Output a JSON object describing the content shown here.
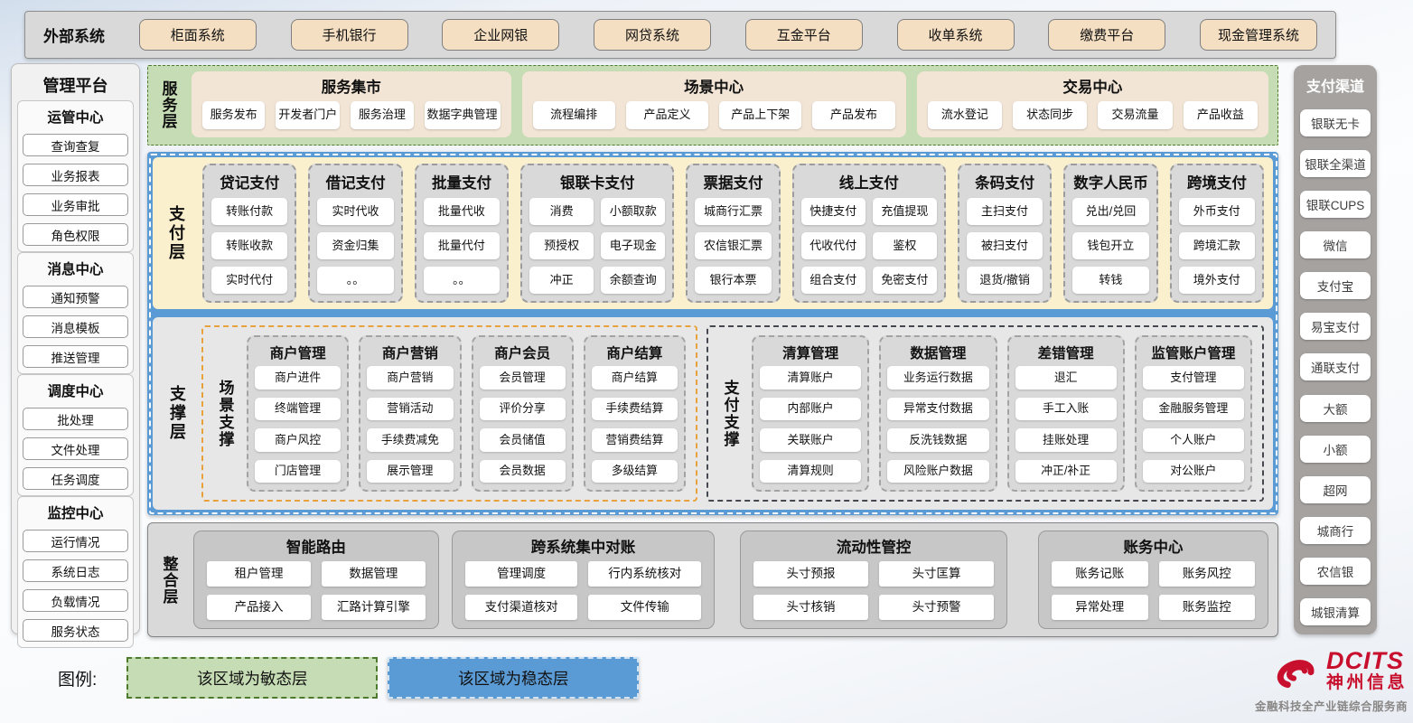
{
  "external_systems": {
    "label": "外部系统",
    "items": [
      "柜面系统",
      "手机银行",
      "企业网银",
      "网贷系统",
      "互金平台",
      "收单系统",
      "缴费平台",
      "现金管理系统"
    ]
  },
  "management_platform": {
    "title": "管理平台",
    "groups": [
      {
        "title": "运管中心",
        "items": [
          "查询查复",
          "业务报表",
          "业务审批",
          "角色权限"
        ]
      },
      {
        "title": "消息中心",
        "items": [
          "通知预警",
          "消息模板",
          "推送管理"
        ]
      },
      {
        "title": "调度中心",
        "items": [
          "批处理",
          "文件处理",
          "任务调度"
        ]
      },
      {
        "title": "监控中心",
        "items": [
          "运行情况",
          "系统日志",
          "负载情况",
          "服务状态"
        ]
      }
    ]
  },
  "service_layer": {
    "label": "服务层",
    "sections": [
      {
        "title": "服务集市",
        "items": [
          "服务发布",
          "开发者门户",
          "服务治理",
          "数据字典管理"
        ]
      },
      {
        "title": "场景中心",
        "items": [
          "流程编排",
          "产品定义",
          "产品上下架",
          "产品发布"
        ]
      },
      {
        "title": "交易中心",
        "items": [
          "流水登记",
          "状态同步",
          "交易流量",
          "产品收益"
        ]
      }
    ]
  },
  "payment_layer": {
    "label": "支付层",
    "columns": [
      {
        "title": "贷记支付",
        "cols": 1,
        "items": [
          "转账付款",
          "转账收款",
          "实时代付"
        ]
      },
      {
        "title": "借记支付",
        "cols": 1,
        "items": [
          "实时代收",
          "资金归集",
          "。。"
        ]
      },
      {
        "title": "批量支付",
        "cols": 1,
        "items": [
          "批量代收",
          "批量代付",
          "。。"
        ]
      },
      {
        "title": "银联卡支付",
        "cols": 2,
        "items": [
          "消费",
          "小额取款",
          "预授权",
          "电子现金",
          "冲正",
          "余额查询"
        ]
      },
      {
        "title": "票据支付",
        "cols": 1,
        "items": [
          "城商行汇票",
          "农信银汇票",
          "银行本票"
        ]
      },
      {
        "title": "线上支付",
        "cols": 2,
        "items": [
          "快捷支付",
          "充值提现",
          "代收代付",
          "鉴权",
          "组合支付",
          "免密支付"
        ]
      },
      {
        "title": "条码支付",
        "cols": 1,
        "items": [
          "主扫支付",
          "被扫支付",
          "退货/撤销"
        ]
      },
      {
        "title": "数字人民币",
        "cols": 1,
        "items": [
          "兑出/兑回",
          "钱包开立",
          "转钱"
        ]
      },
      {
        "title": "跨境支付",
        "cols": 1,
        "items": [
          "外币支付",
          "跨境汇款",
          "境外支付"
        ]
      }
    ]
  },
  "support_layer": {
    "label": "支撑层",
    "groups": [
      {
        "label": "场景支撑",
        "accent": "orange",
        "columns": [
          {
            "title": "商户管理",
            "items": [
              "商户进件",
              "终端管理",
              "商户风控",
              "门店管理"
            ]
          },
          {
            "title": "商户营销",
            "items": [
              "商户营销",
              "营销活动",
              "手续费减免",
              "展示管理"
            ]
          },
          {
            "title": "商户会员",
            "items": [
              "会员管理",
              "评价分享",
              "会员储值",
              "会员数据"
            ]
          },
          {
            "title": "商户结算",
            "items": [
              "商户结算",
              "手续费结算",
              "营销费结算",
              "多级结算"
            ]
          }
        ]
      },
      {
        "label": "支付支撑",
        "accent": "dark",
        "columns": [
          {
            "title": "清算管理",
            "items": [
              "清算账户",
              "内部账户",
              "关联账户",
              "清算规则"
            ]
          },
          {
            "title": "数据管理",
            "items": [
              "业务运行数据",
              "异常支付数据",
              "反洗钱数据",
              "风险账户数据"
            ]
          },
          {
            "title": "差错管理",
            "items": [
              "退汇",
              "手工入账",
              "挂账处理",
              "冲正/补正"
            ]
          },
          {
            "title": "监管账户管理",
            "items": [
              "支付管理",
              "金融服务管理",
              "个人账户",
              "对公账户"
            ]
          }
        ]
      }
    ]
  },
  "integration_layer": {
    "label": "整合层",
    "sections": [
      {
        "title": "智能路由",
        "items": [
          "租户管理",
          "数据管理",
          "产品接入",
          "汇路计算引擎"
        ]
      },
      {
        "title": "跨系统集中对账",
        "items": [
          "管理调度",
          "行内系统核对",
          "支付渠道核对",
          "文件传输"
        ]
      },
      {
        "title": "流动性管控",
        "items": [
          "头寸预报",
          "头寸匡算",
          "头寸核销",
          "头寸预警"
        ]
      },
      {
        "title": "账务中心",
        "items": [
          "账务记账",
          "账务风控",
          "异常处理",
          "账务监控"
        ]
      }
    ]
  },
  "payment_channels": {
    "title": "支付渠道",
    "items": [
      "银联无卡",
      "银联全渠道",
      "银联CUPS",
      "微信",
      "支付宝",
      "易宝支付",
      "通联支付",
      "大额",
      "小额",
      "超网",
      "城商行",
      "农信银",
      "城银清算"
    ]
  },
  "legend": {
    "label": "图例:",
    "items": [
      {
        "text": "该区域为敏态层",
        "type": "agile"
      },
      {
        "text": "该区域为稳态层",
        "type": "stable"
      }
    ]
  },
  "logo": {
    "brand": "DCITS",
    "company": "神州信息",
    "tagline": "金融科技全产业链综合服务商"
  },
  "colors": {
    "agile_green": "#c6dcb4",
    "stable_blue": "#5b9bd5",
    "scene_accent_orange": "#e8a23d",
    "panel_cream": "#fbf0cd",
    "panel_gray": "#d9d9d9",
    "brand_red": "#c8102e"
  }
}
